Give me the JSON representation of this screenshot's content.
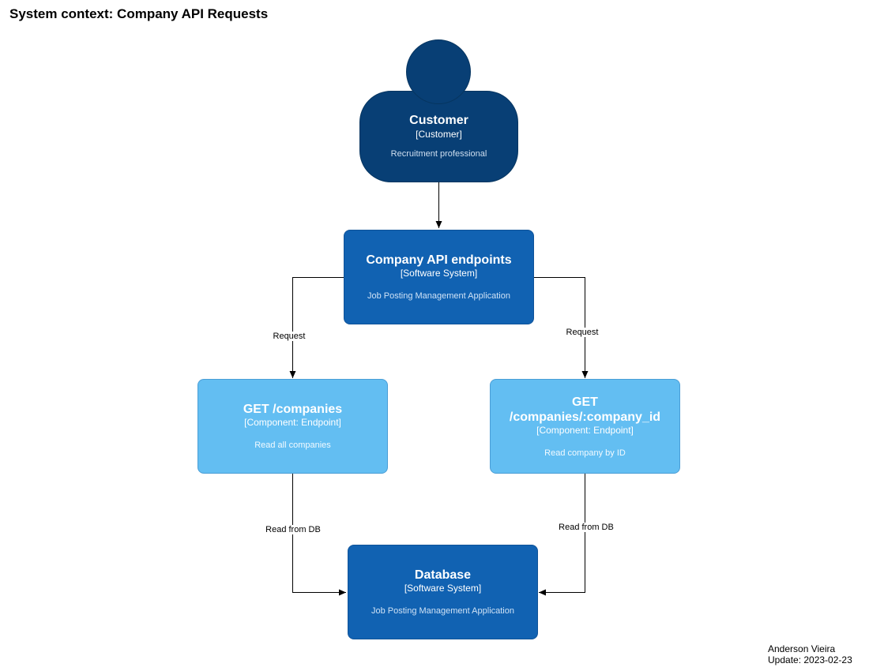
{
  "title": "System context: Company API Requests",
  "nodes": {
    "customer": {
      "name": "Customer",
      "type": "[Customer]",
      "description": "Recruitment professional"
    },
    "api_endpoints": {
      "name": "Company API endpoints",
      "type": "[Software System]",
      "description": "Job Posting Management Application"
    },
    "get_companies": {
      "name": "GET /companies",
      "type": "[Component: Endpoint]",
      "description": "Read all companies"
    },
    "get_company_by_id": {
      "name_line1": "GET",
      "name_line2": "/companies/:company_id",
      "type": "[Component: Endpoint]",
      "description": "Read company by ID"
    },
    "database": {
      "name": "Database",
      "type": "[Software System]",
      "description": "Job Posting Management Application"
    }
  },
  "edges": {
    "request_left": "Request",
    "request_right": "Request",
    "read_db_left": "Read from DB",
    "read_db_right": "Read from DB"
  },
  "footer": {
    "author": "Anderson Vieira",
    "update": "Update: 2023-02-23"
  },
  "colors": {
    "person": "#083f75",
    "software_system": "#1162b2",
    "component": "#63bef2",
    "connector": "#000000"
  }
}
